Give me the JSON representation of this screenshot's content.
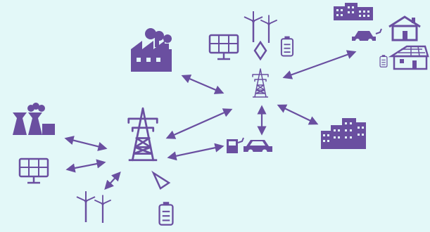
{
  "diagram": {
    "background": "#e3f8f8",
    "accent": "#6a4fa0",
    "nodes": [
      {
        "id": "factory",
        "icon": "factory-icon"
      },
      {
        "id": "solar-top",
        "icon": "solar-panel-icon"
      },
      {
        "id": "wind-top",
        "icon": "wind-turbine-icon"
      },
      {
        "id": "battery-top",
        "icon": "battery-icon"
      },
      {
        "id": "substation-small",
        "icon": "transmission-tower-icon"
      },
      {
        "id": "buildings-top",
        "icon": "office-buildings-icon"
      },
      {
        "id": "ev-car-top",
        "icon": "electric-car-icon"
      },
      {
        "id": "house",
        "icon": "house-icon"
      },
      {
        "id": "solar-house",
        "icon": "solar-roof-house-icon"
      },
      {
        "id": "battery-house",
        "icon": "battery-icon"
      },
      {
        "id": "office-right",
        "icon": "office-buildings-icon"
      },
      {
        "id": "ev-charger",
        "icon": "ev-charging-station-icon"
      },
      {
        "id": "tower-main",
        "icon": "transmission-tower-icon"
      },
      {
        "id": "power-plant",
        "icon": "cooling-tower-plant-icon"
      },
      {
        "id": "solar-left",
        "icon": "solar-panel-icon"
      },
      {
        "id": "wind-bottom",
        "icon": "wind-turbine-icon"
      },
      {
        "id": "battery-bottom",
        "icon": "battery-icon"
      }
    ],
    "connections": [
      {
        "from": "factory",
        "to": "substation-small"
      },
      {
        "from": "wind-top",
        "to": "substation-small"
      },
      {
        "from": "substation-small",
        "to": "house"
      },
      {
        "from": "substation-small",
        "to": "office-right"
      },
      {
        "from": "substation-small",
        "to": "tower-main"
      },
      {
        "from": "substation-small",
        "to": "ev-charger"
      },
      {
        "from": "ev-charger",
        "to": "tower-main"
      },
      {
        "from": "power-plant",
        "to": "tower-main"
      },
      {
        "from": "solar-left",
        "to": "tower-main"
      },
      {
        "from": "wind-bottom",
        "to": "tower-main"
      },
      {
        "from": "battery-bottom",
        "to": "tower-main"
      }
    ]
  }
}
